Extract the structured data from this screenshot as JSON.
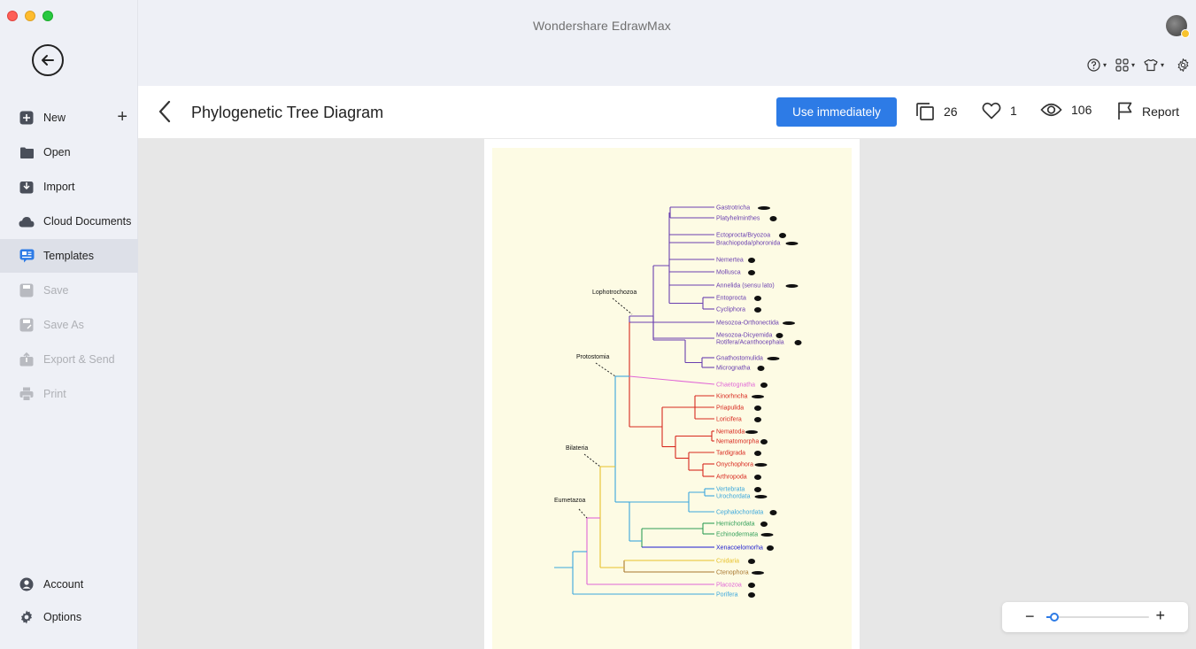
{
  "window": {
    "app_title": "Wondershare EdrawMax"
  },
  "sidebar": {
    "items": [
      {
        "label": "New",
        "icon": "plus-square-icon",
        "state": "normal"
      },
      {
        "label": "Open",
        "icon": "folder-icon",
        "state": "normal"
      },
      {
        "label": "Import",
        "icon": "import-icon",
        "state": "normal"
      },
      {
        "label": "Cloud Documents",
        "icon": "cloud-icon",
        "state": "normal"
      },
      {
        "label": "Templates",
        "icon": "templates-icon",
        "state": "active"
      },
      {
        "label": "Save",
        "icon": "save-icon",
        "state": "disabled"
      },
      {
        "label": "Save As",
        "icon": "save-as-icon",
        "state": "disabled"
      },
      {
        "label": "Export & Send",
        "icon": "export-icon",
        "state": "disabled"
      },
      {
        "label": "Print",
        "icon": "print-icon",
        "state": "disabled"
      }
    ],
    "bottom_items": [
      {
        "label": "Account",
        "icon": "account-icon"
      },
      {
        "label": "Options",
        "icon": "gear-icon"
      }
    ]
  },
  "header": {
    "title": "Phylogenetic Tree Diagram",
    "use_button": "Use immediately",
    "duplicates": "26",
    "likes": "1",
    "views": "106",
    "report": "Report"
  },
  "tree": {
    "clades": [
      "Lophotrochozoa",
      "Protostomia",
      "Bilateria",
      "Eumetazoa"
    ],
    "taxa": [
      {
        "name": "Gastrotricha",
        "color": "#6a3fb0"
      },
      {
        "name": "Platyhelminthes",
        "color": "#6a3fb0"
      },
      {
        "name": "Ectoprocta/Bryozoa",
        "color": "#6a3fb0"
      },
      {
        "name": "Brachiopoda/phoronida",
        "color": "#6a3fb0"
      },
      {
        "name": "Nemertea",
        "color": "#6a3fb0"
      },
      {
        "name": "Mollusca",
        "color": "#6a3fb0"
      },
      {
        "name": "Annelida (sensu lato)",
        "color": "#6a3fb0"
      },
      {
        "name": "Entoprocta",
        "color": "#6a3fb0"
      },
      {
        "name": "Cycliphora",
        "color": "#6a3fb0"
      },
      {
        "name": "Mesozoa-Orthonectida",
        "color": "#6a3fb0"
      },
      {
        "name": "Mesozoa-Dicyemida",
        "color": "#6a3fb0"
      },
      {
        "name": "Rotifera/Acanthocephala",
        "color": "#6a3fb0"
      },
      {
        "name": "Gnathostomulida",
        "color": "#6a3fb0"
      },
      {
        "name": "Micrognatha",
        "color": "#6a3fb0"
      },
      {
        "name": "Chaetognatha",
        "color": "#e066d6"
      },
      {
        "name": "Kinorhncha",
        "color": "#d8281e"
      },
      {
        "name": "Priapulida",
        "color": "#d8281e"
      },
      {
        "name": "Loricifera",
        "color": "#d8281e"
      },
      {
        "name": "Nematoda",
        "color": "#d8281e"
      },
      {
        "name": "Nematomorpha",
        "color": "#d8281e"
      },
      {
        "name": "Tardigrada",
        "color": "#d8281e"
      },
      {
        "name": "Onychophora",
        "color": "#d8281e"
      },
      {
        "name": "Arthropoda",
        "color": "#d8281e"
      },
      {
        "name": "Vertebrata",
        "color": "#3aa7dc"
      },
      {
        "name": "Urochordata",
        "color": "#3aa7dc"
      },
      {
        "name": "Cephalochordata",
        "color": "#3aa7dc"
      },
      {
        "name": "Hemichordata",
        "color": "#2f9e57"
      },
      {
        "name": "Echinodermata",
        "color": "#2f9e57"
      },
      {
        "name": "Xenacoelomorha",
        "color": "#1a1acf"
      },
      {
        "name": "Cnidaria",
        "color": "#e7c12a"
      },
      {
        "name": "Ctenophora",
        "color": "#a8762e"
      },
      {
        "name": "Placozoa",
        "color": "#e066d6"
      },
      {
        "name": "Porifera",
        "color": "#3aa7dc"
      }
    ]
  }
}
